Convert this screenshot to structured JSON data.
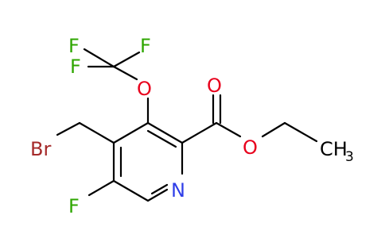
{
  "molecule": {
    "atoms": {
      "br": "Br",
      "o_ether": "O",
      "o_carbonyl": "O",
      "o_ester": "O",
      "n_ring": "N",
      "f_ring": "F",
      "f_top_left": "F",
      "f_top_right": "F",
      "f_left": "F",
      "ch3_main": "CH",
      "ch3_sub": "3"
    }
  },
  "colors": {
    "bond": "#000000",
    "oxygen": "#e8001c",
    "nitrogen": "#2f3ee8",
    "fluorine": "#2ea600",
    "bromine": "#a52a2a",
    "carbon": "#000000"
  }
}
